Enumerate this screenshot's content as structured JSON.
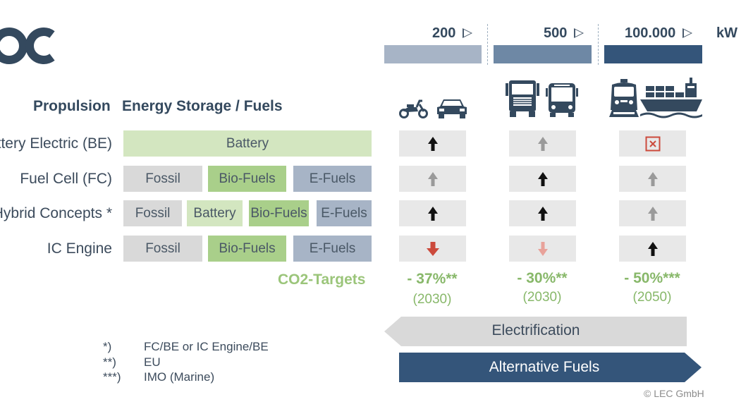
{
  "power_header": {
    "levels": [
      {
        "value": "200",
        "bar_color": "#a7b4c6"
      },
      {
        "value": "500",
        "bar_color": "#6e88a5"
      },
      {
        "value": "100.000",
        "bar_color": "#34557a"
      }
    ],
    "unit": "kW"
  },
  "vehicles": [
    {
      "icons": [
        "scooter-icon",
        "car-icon"
      ]
    },
    {
      "icons": [
        "truck-icon",
        "bus-icon"
      ]
    },
    {
      "icons": [
        "train-icon",
        "ship-icon"
      ]
    }
  ],
  "headings": {
    "propulsion": "Propulsion",
    "storage": "Energy Storage / Fuels"
  },
  "rows": [
    {
      "label": "Battery Electric (BE)",
      "fuels": [
        {
          "text": "Battery",
          "color": "#d3e6c0"
        }
      ],
      "cells": [
        "up-black",
        "up-gray",
        "cross-red"
      ]
    },
    {
      "label": "Fuel Cell (FC)",
      "fuels": [
        {
          "text": "Fossil",
          "color": "#d9d9d9"
        },
        {
          "text": "Bio-Fuels",
          "color": "#a9cf8a"
        },
        {
          "text": "E-Fuels",
          "color": "#a7b4c6"
        }
      ],
      "cells": [
        "up-gray",
        "up-black",
        "up-gray"
      ]
    },
    {
      "label": "Hybrid Concepts *",
      "fuels": [
        {
          "text": "Fossil",
          "color": "#d9d9d9"
        },
        {
          "text": "Battery",
          "color": "#d3e6c0"
        },
        {
          "text": "Bio-Fuels",
          "color": "#a9cf8a"
        },
        {
          "text": "E-Fuels",
          "color": "#a7b4c6"
        }
      ],
      "cells": [
        "up-black",
        "up-black",
        "up-gray"
      ]
    },
    {
      "label": "IC Engine",
      "fuels": [
        {
          "text": "Fossil",
          "color": "#d9d9d9"
        },
        {
          "text": "Bio-Fuels",
          "color": "#a9cf8a"
        },
        {
          "text": "E-Fuels",
          "color": "#a7b4c6"
        }
      ],
      "cells": [
        "down-red",
        "down-pink",
        "up-black"
      ]
    }
  ],
  "co2": {
    "label": "CO2-Targets",
    "targets": [
      {
        "value": "- 37%**",
        "year": "(2030)"
      },
      {
        "value": "- 30%**",
        "year": "(2030)"
      },
      {
        "value": "- 50%***",
        "year": "(2050)"
      }
    ]
  },
  "arrows": {
    "electrification": "Electrification",
    "alternative_fuels": "Alternative Fuels"
  },
  "footnotes": [
    {
      "mark": "*)",
      "text": "FC/BE or IC Engine/BE"
    },
    {
      "mark": "**)",
      "text": "EU"
    },
    {
      "mark": "***)",
      "text": "IMO (Marine)"
    }
  ],
  "copyright": "© LEC GmbH",
  "colors": {
    "accent_green": "#88b86a",
    "navy": "#34495e",
    "arrow_red": "#cc4a3c"
  }
}
